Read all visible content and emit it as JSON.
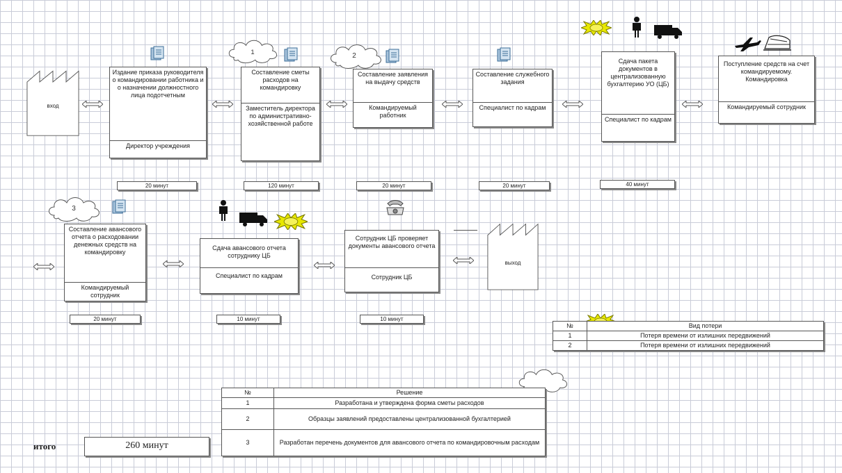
{
  "process": {
    "start_label": "вход",
    "end_label": "выход",
    "steps": [
      {
        "action": "Издание приказа руководителя о командировании работника и о назначении должностного лица подотчетным",
        "role": "Директор учреждения",
        "time": "20 минут"
      },
      {
        "action": "Составление сметы расходов на командировку",
        "role": "Заместитель директора по административно-хозяйственной работе",
        "time": "120 минут",
        "cloud": "1"
      },
      {
        "action": "Составление заявления на выдачу средств",
        "role": "Командируемый работник",
        "time": "20 минут",
        "cloud": "2"
      },
      {
        "action": "Составление служебного задания",
        "role": "Специалист по кадрам",
        "time": "20 минут"
      },
      {
        "action": "Сдача пакета документов в централизованную бухгалтерию УО (ЦБ)",
        "role": "Специалист по кадрам",
        "time": "40 минут"
      },
      {
        "action": "Поступление средств на счет командируемому. Командировка",
        "role": "Командируемый сотрудник"
      },
      {
        "action": "Составление авансового отчета о расходовании денежных средств на командировку",
        "role": "Командируемый сотрудник",
        "time": "20 минут",
        "cloud": "3"
      },
      {
        "action": "Сдача авансового отчета сотруднику ЦБ",
        "role": "Специалист по кадрам",
        "time": "10 минут"
      },
      {
        "action": "Сотрудник ЦБ проверяет документы авансового отчета",
        "role": "Сотрудник ЦБ",
        "time": "10 минут"
      }
    ]
  },
  "losses_table": {
    "headers": [
      "№",
      "Вид потери"
    ],
    "rows": [
      [
        "1",
        "Потеря времени от излишних передвижений"
      ],
      [
        "2",
        "Потеря времени от излишних передвижений"
      ]
    ]
  },
  "solutions_table": {
    "headers": [
      "№",
      "Решение"
    ],
    "rows": [
      [
        "1",
        "Разработана и утверждена форма сметы расходов"
      ],
      [
        "2",
        "Образцы заявлений предоставлены централизованной бухгалтерией"
      ],
      [
        "3",
        "Разработан перечень документов для авансового отчета по командировочным расходам"
      ]
    ]
  },
  "total": {
    "label": "итого",
    "value": "260 минут"
  },
  "colors": {
    "burst": "#e8e800",
    "burst_stroke": "#7a7a00",
    "doc_blue": "#7fa7c9",
    "grid": "#c9ccd8"
  }
}
